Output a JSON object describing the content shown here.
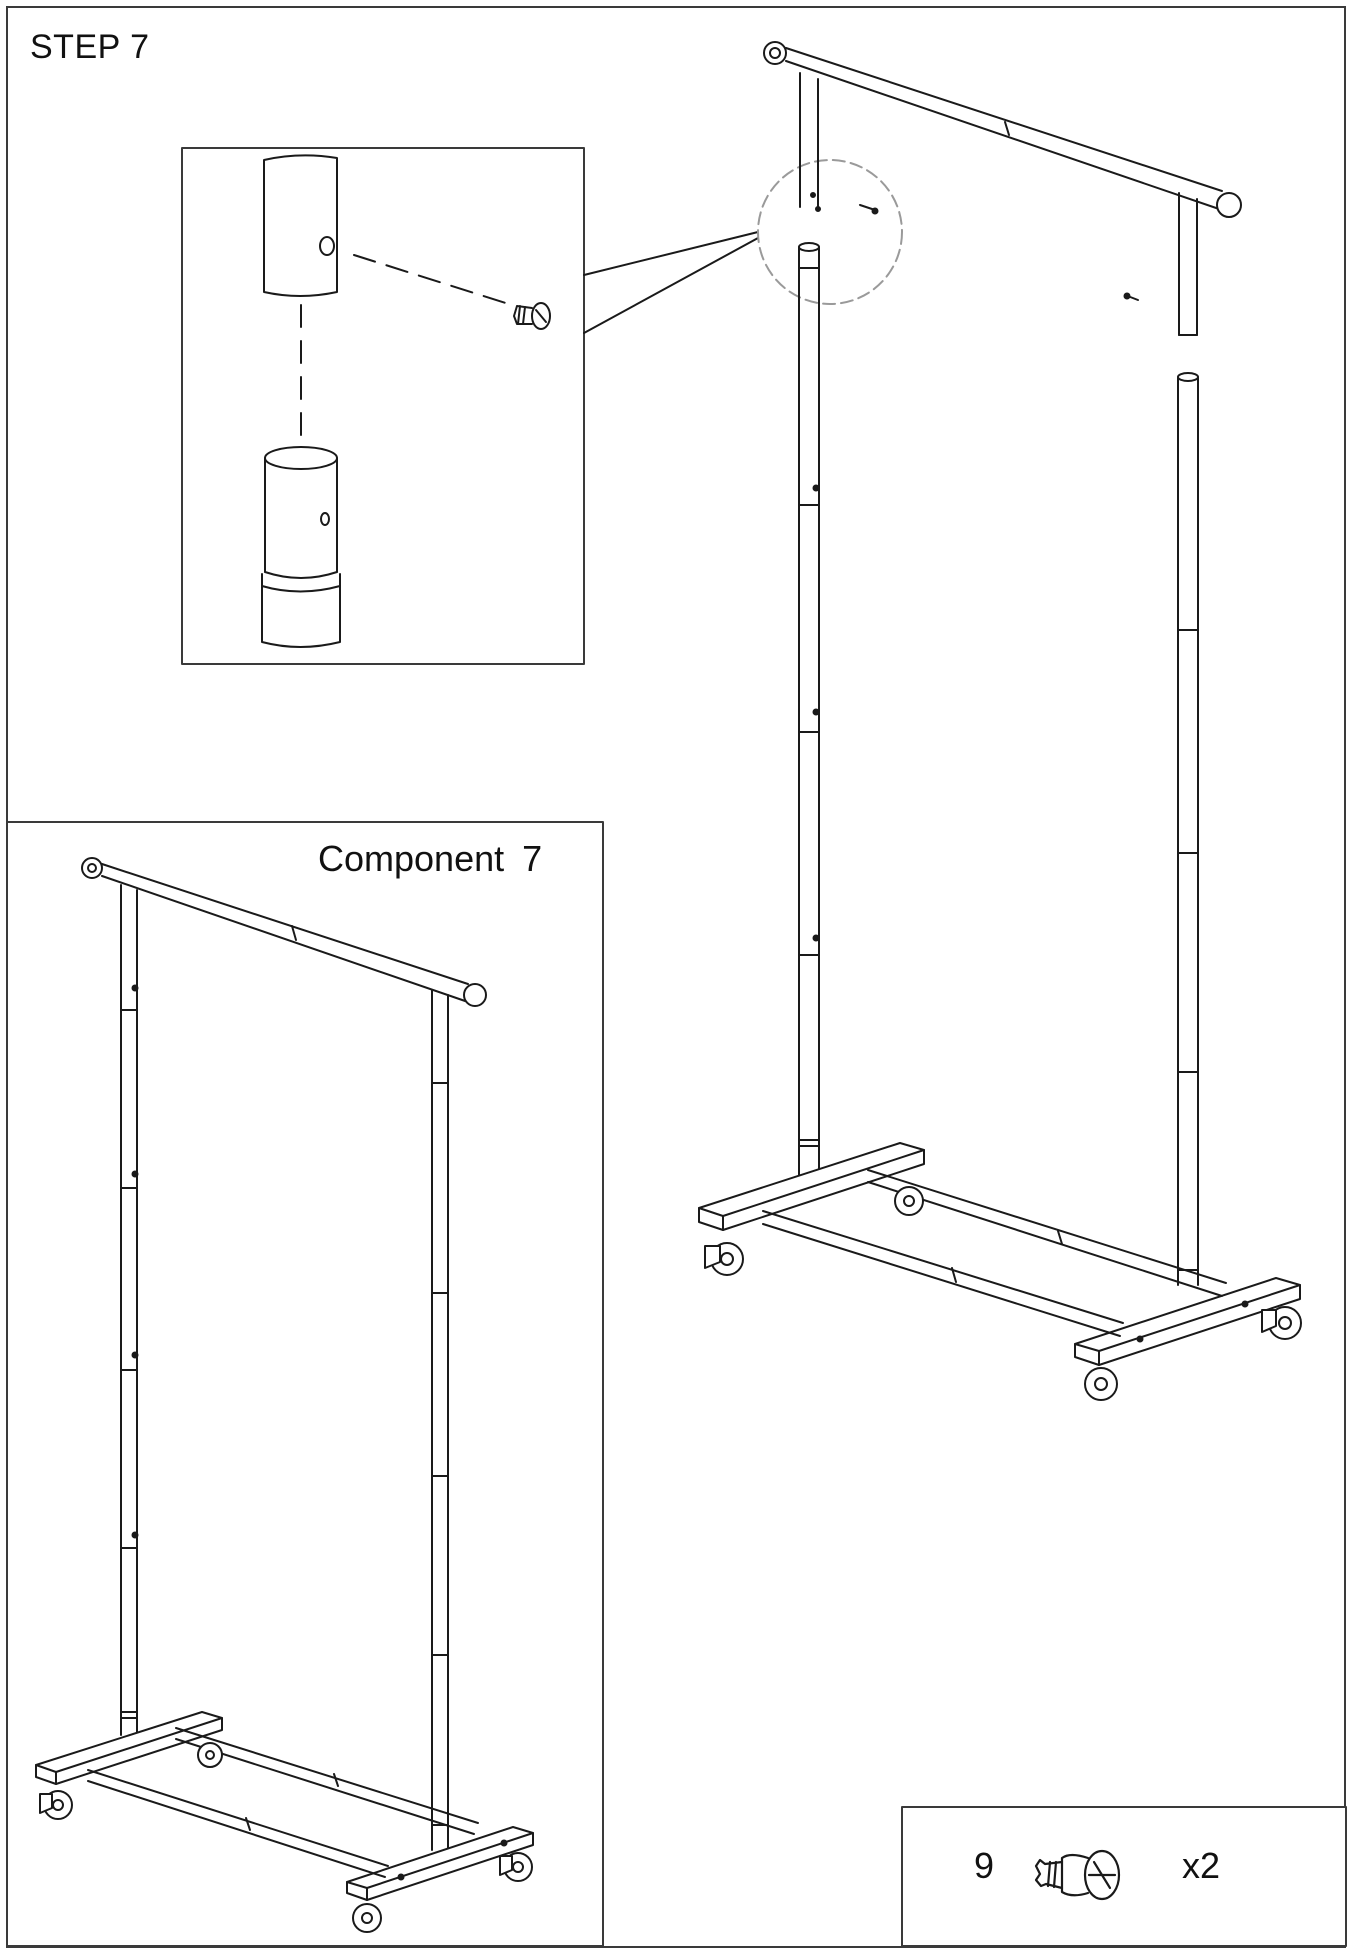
{
  "step": {
    "title": "STEP 7"
  },
  "component": {
    "title": "Component  7"
  },
  "hardware": {
    "part_number": "9",
    "quantity": "x2",
    "icon": "screw-icon"
  },
  "colors": {
    "line": "#1a1a1a",
    "detail_circle": "#9a9a9a",
    "frame": "#3a3a3a"
  }
}
